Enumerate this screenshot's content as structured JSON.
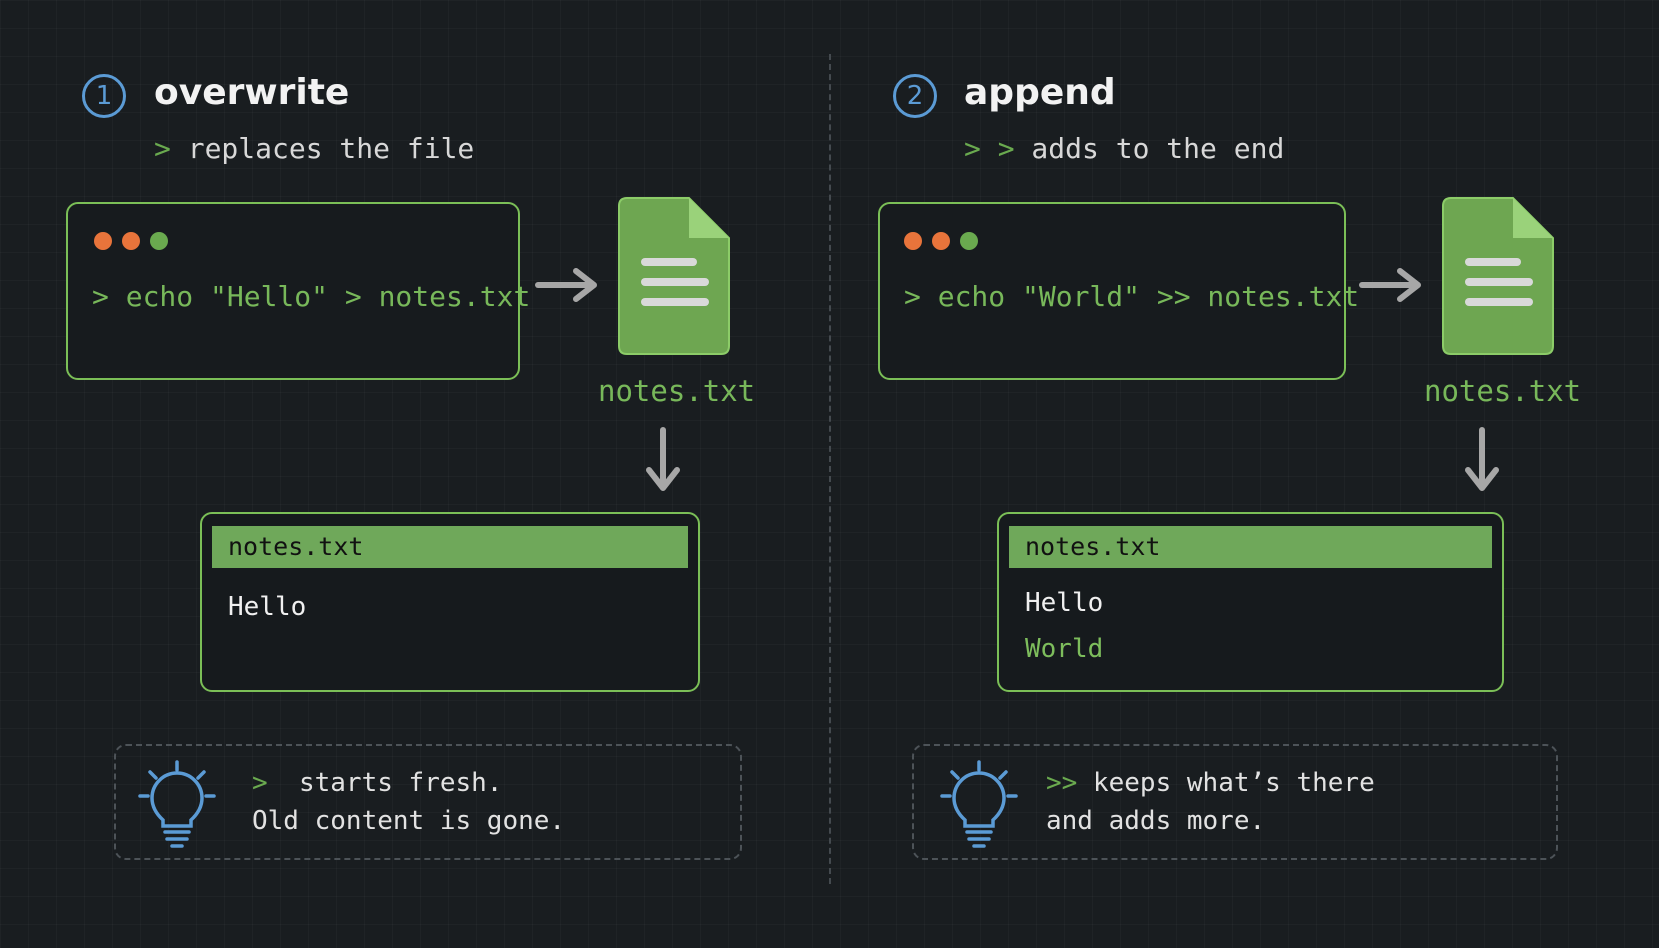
{
  "left": {
    "step_number": "1",
    "title": "overwrite",
    "subtitle_op": ">",
    "subtitle_text": " replaces the file",
    "command_prompt": ">",
    "command": " echo \"Hello\" > notes.txt",
    "file_label": "notes.txt",
    "panel_title": "notes.txt",
    "panel_lines": [
      "Hello"
    ],
    "tip_op": ">",
    "tip_line1": "  starts fresh.",
    "tip_line2": "Old content is gone."
  },
  "right": {
    "step_number": "2",
    "title": "append",
    "subtitle_op": "> >",
    "subtitle_text": " adds to the end",
    "command_prompt": ">",
    "command": " echo \"World\" >> notes.txt",
    "file_label": "notes.txt",
    "panel_title": "notes.txt",
    "panel_lines": [
      "Hello",
      "World"
    ],
    "tip_op": ">>",
    "tip_line1": " keeps what’s there",
    "tip_line2": "and adds more."
  },
  "colors": {
    "accent_green": "#78b85a",
    "step_blue": "#5b9bd5",
    "dot_orange": "#e8743b",
    "dot_green": "#6aaa4f"
  },
  "icons": [
    "file-icon",
    "arrow-right-icon",
    "arrow-down-icon",
    "lightbulb-icon",
    "window-dots-icon"
  ]
}
